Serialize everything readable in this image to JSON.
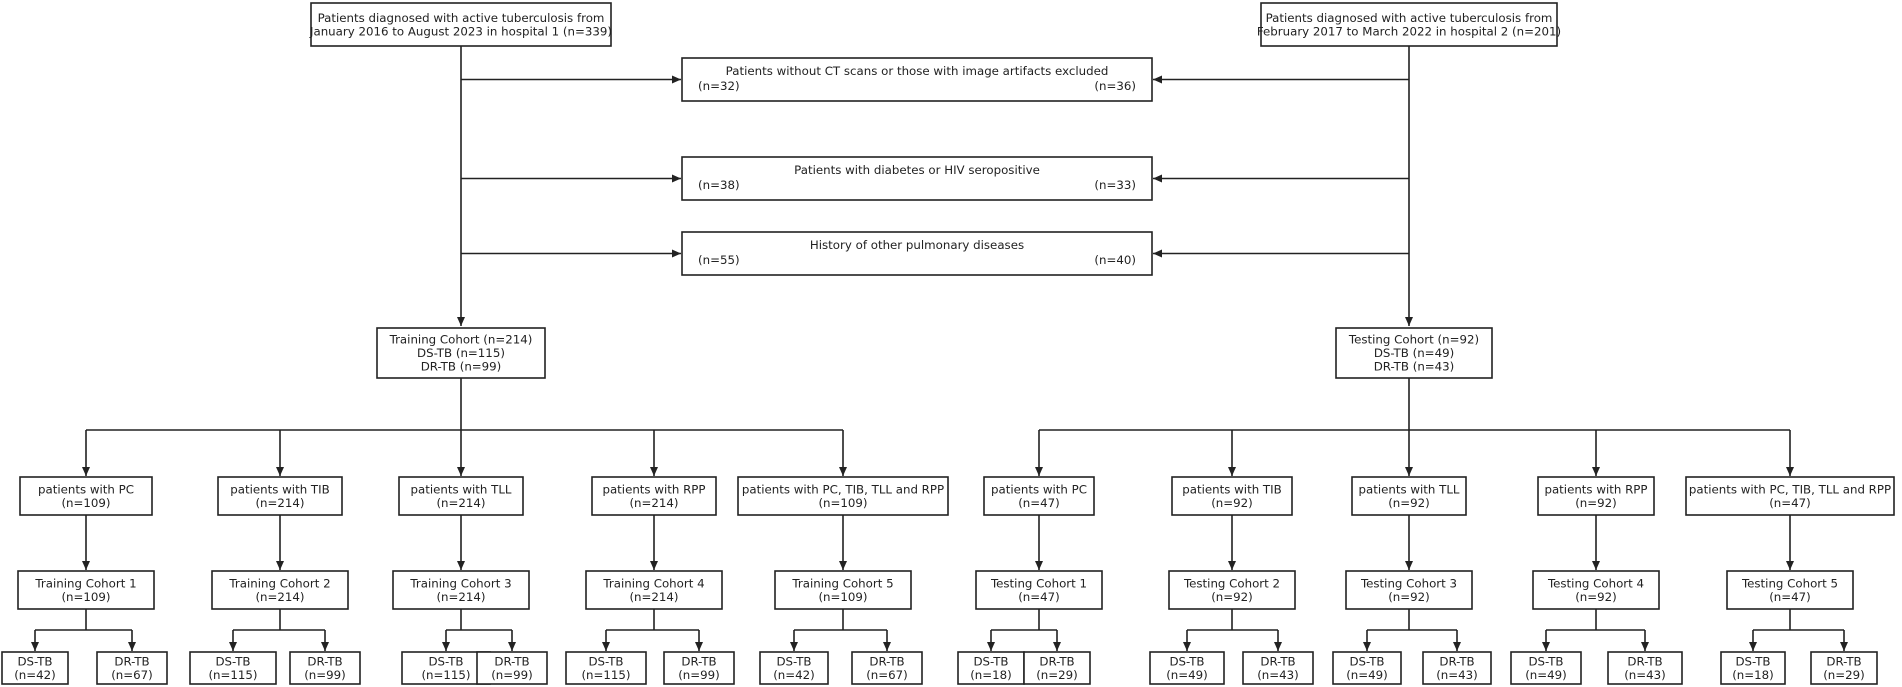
{
  "sources": [
    {
      "id": "h1",
      "lines": [
        "Patients diagnosed with active tuberculosis from",
        "January 2016 to August 2023 in hospital 1  (n=339)"
      ]
    },
    {
      "id": "h2",
      "lines": [
        "Patients diagnosed with active tuberculosis from",
        "February 2017 to March 2022 in hospital 2 (n=201)"
      ]
    }
  ],
  "exclusions": [
    {
      "title": "Patients without CT scans or those with image artifacts excluded",
      "left": "(n=32)",
      "right": "(n=36)"
    },
    {
      "title": "Patients with diabetes or HIV seropositive",
      "left": "(n=38)",
      "right": "(n=33)"
    },
    {
      "title": "History of other pulmonary diseases",
      "left": "(n=55)",
      "right": "(n=40)"
    }
  ],
  "cohorts": [
    {
      "id": "train",
      "lines": [
        "Training Cohort  (n=214)",
        "DS-TB  (n=115)",
        "DR-TB  (n=99)"
      ]
    },
    {
      "id": "test",
      "lines": [
        "Testing Cohort  (n=92)",
        "DS-TB  (n=49)",
        "DR-TB  (n=43)"
      ]
    }
  ],
  "branches": [
    {
      "subgroups": [
        {
          "label": "patients with PC",
          "n": "(n=109)",
          "cohort": "Training Cohort 1",
          "cohort_n": "(n=109)",
          "ds": "DS-TB",
          "ds_n": "(n=42)",
          "dr": "DR-TB",
          "dr_n": "(n=67)"
        },
        {
          "label": "patients with TIB",
          "n": "(n=214)",
          "cohort": "Training Cohort 2",
          "cohort_n": "(n=214)",
          "ds": "DS-TB",
          "ds_n": "(n=115)",
          "dr": "DR-TB",
          "dr_n": "(n=99)"
        },
        {
          "label": "patients with TLL",
          "n": "(n=214)",
          "cohort": "Training Cohort 3",
          "cohort_n": "(n=214)",
          "ds": "DS-TB",
          "ds_n": "(n=115)",
          "dr": "DR-TB",
          "dr_n": "(n=99)"
        },
        {
          "label": "patients with RPP",
          "n": "(n=214)",
          "cohort": "Training Cohort 4",
          "cohort_n": "(n=214)",
          "ds": "DS-TB",
          "ds_n": "(n=115)",
          "dr": "DR-TB",
          "dr_n": "(n=99)"
        },
        {
          "label": "patients with PC, TIB, TLL and RPP",
          "n": "(n=109)",
          "cohort": "Training Cohort 5",
          "cohort_n": "(n=109)",
          "ds": "DS-TB",
          "ds_n": "(n=42)",
          "dr": "DR-TB",
          "dr_n": "(n=67)"
        }
      ]
    },
    {
      "subgroups": [
        {
          "label": "patients with PC",
          "n": "(n=47)",
          "cohort": "Testing Cohort 1",
          "cohort_n": "(n=47)",
          "ds": "DS-TB",
          "ds_n": "(n=18)",
          "dr": "DR-TB",
          "dr_n": "(n=29)"
        },
        {
          "label": "patients with TIB",
          "n": "(n=92)",
          "cohort": "Testing Cohort 2",
          "cohort_n": "(n=92)",
          "ds": "DS-TB",
          "ds_n": "(n=49)",
          "dr": "DR-TB",
          "dr_n": "(n=43)"
        },
        {
          "label": "patients with TLL",
          "n": "(n=92)",
          "cohort": "Testing Cohort 3",
          "cohort_n": "(n=92)",
          "ds": "DS-TB",
          "ds_n": "(n=49)",
          "dr": "DR-TB",
          "dr_n": "(n=43)"
        },
        {
          "label": "patients with RPP",
          "n": "(n=92)",
          "cohort": "Testing Cohort 4",
          "cohort_n": "(n=92)",
          "ds": "DS-TB",
          "ds_n": "(n=49)",
          "dr": "DR-TB",
          "dr_n": "(n=43)"
        },
        {
          "label": "patients with PC, TIB, TLL and RPP",
          "n": "(n=47)",
          "cohort": "Testing Cohort 5",
          "cohort_n": "(n=47)",
          "ds": "DS-TB",
          "ds_n": "(n=18)",
          "dr": "DR-TB",
          "dr_n": "(n=29)"
        }
      ]
    }
  ]
}
